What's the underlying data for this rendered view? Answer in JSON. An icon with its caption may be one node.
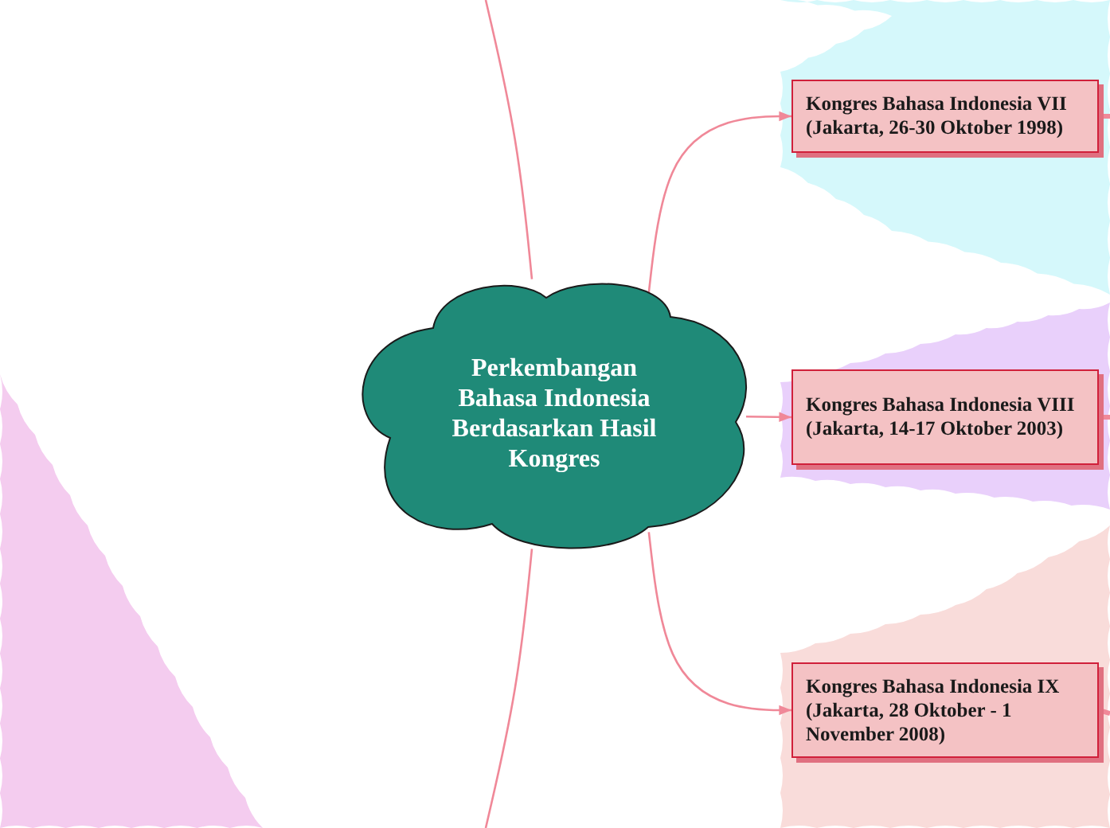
{
  "diagram": {
    "nodes": [
      {
        "text": [
          "Perkembangan Bahasa Indonesia Berdasarkan Hasil Kongres"
        ]
      },
      {
        "text": [
          "Kongres Bahasa Indonesia VII (Jakarta, 26-30 Oktober 1998)"
        ]
      },
      {
        "text": [
          "Kongres Bahasa Indonesia VIII (Jakarta, 14-17 Oktober 2003)"
        ]
      },
      {
        "text": [
          "Kongres Bahasa Indonesia IX (Jakarta, 28 Oktober - 1 November 2008)"
        ]
      }
    ],
    "edges": [
      {
        "from": 0,
        "to": null,
        "arrow": "none"
      },
      {
        "from": 0,
        "to": 1,
        "arrow": "to"
      },
      {
        "from": 0,
        "to": 2,
        "arrow": "to"
      },
      {
        "from": 0,
        "to": 3,
        "arrow": "to"
      },
      {
        "from": 0,
        "to": null,
        "arrow": "none"
      },
      {
        "from": 1,
        "to": null,
        "arrow": "none",
        "style": "thick"
      },
      {
        "from": 2,
        "to": null,
        "arrow": "none",
        "style": "thick"
      },
      {
        "from": 3,
        "to": null,
        "arrow": "none",
        "style": "thick"
      }
    ]
  }
}
